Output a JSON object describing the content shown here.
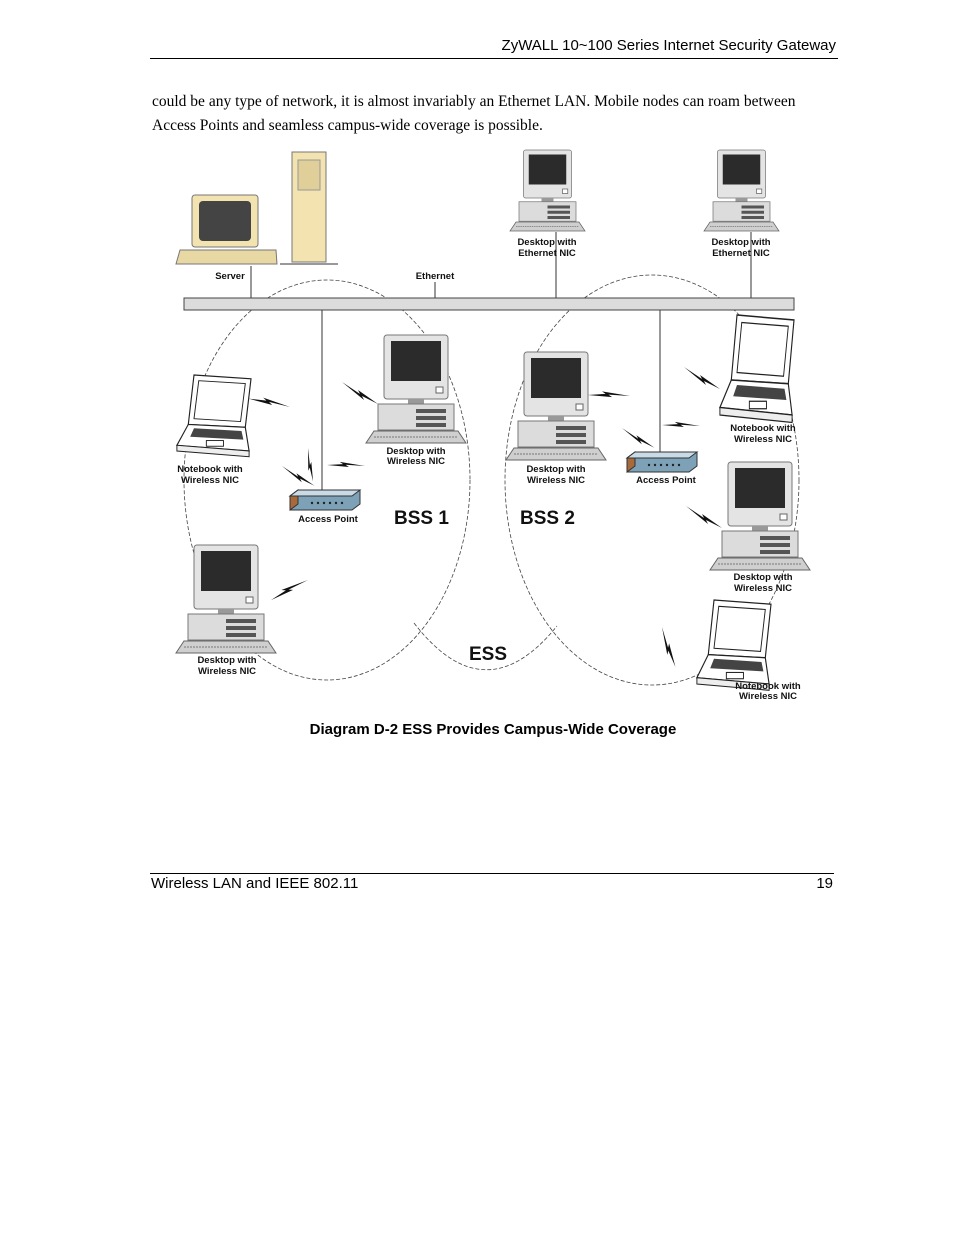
{
  "header": {
    "title": "ZyWALL 10~100 Series Internet Security Gateway"
  },
  "body": {
    "paragraph": "could be any type of network, it is almost invariably an Ethernet LAN. Mobile nodes can roam between Access Points and seamless campus-wide coverage is possible."
  },
  "diagram": {
    "server_label": "Server",
    "ethernet_label": "Ethernet",
    "eth_desktop_1": [
      "Desktop with",
      "Ethernet NIC"
    ],
    "eth_desktop_2": [
      "Desktop with",
      "Ethernet NIC"
    ],
    "bss1": {
      "label": "BSS 1",
      "access_point": "Access Point",
      "notebook": [
        "Notebook with",
        "Wireless NIC"
      ],
      "desktop_top": [
        "Desktop with",
        "Wireless NIC"
      ],
      "desktop_bottom": [
        "Desktop with",
        "Wireless NIC"
      ]
    },
    "bss2": {
      "label": "BSS 2",
      "access_point": "Access Point",
      "desktop": [
        "Desktop with",
        "Wireless NIC"
      ],
      "notebook_top": [
        "Notebook with",
        "Wireless NIC"
      ],
      "desktop_right": [
        "Desktop with",
        "Wireless NIC"
      ],
      "notebook_bottom": [
        "Notebook with",
        "Wireless NIC"
      ]
    },
    "ess_label": "ESS"
  },
  "caption": "Diagram D-2 ESS Provides Campus-Wide Coverage",
  "footer": {
    "section": "Wireless LAN and IEEE 802.11",
    "page": "19"
  }
}
